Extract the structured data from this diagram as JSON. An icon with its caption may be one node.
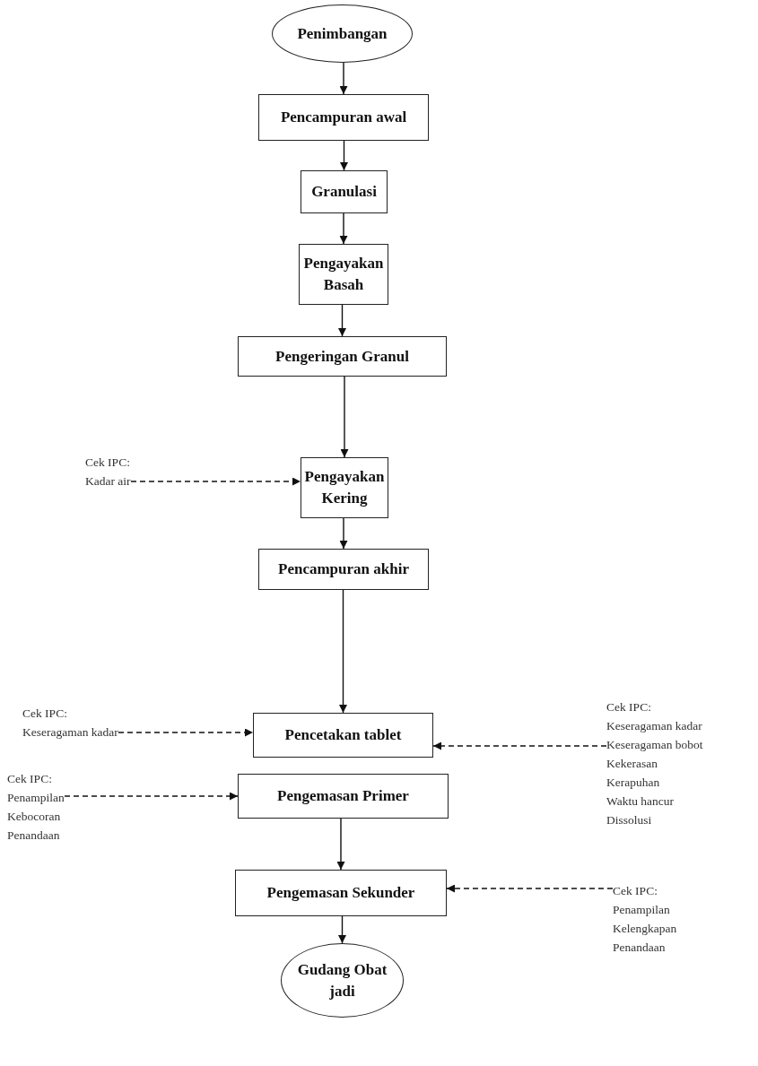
{
  "diagram": {
    "nodes": [
      {
        "text": [
          "Penimbangan"
        ]
      },
      {
        "text": [
          "Pencampuran awal"
        ]
      },
      {
        "text": [
          "Granulasi"
        ]
      },
      {
        "text": [
          "Pengayakan Basah"
        ]
      },
      {
        "text": [
          "Pengeringan Granul"
        ]
      },
      {
        "text": [
          "Cek IPC:",
          "Kadar air"
        ]
      },
      {
        "text": [
          "Pengayakan Kering"
        ]
      },
      {
        "text": [
          "Pencampuran akhir"
        ]
      },
      {
        "text": [
          "Cek IPC:",
          "Keseragaman kadar"
        ]
      },
      {
        "text": [
          "Pencetakan tablet"
        ]
      },
      {
        "text": [
          "Cek IPC:",
          "Keseragaman kadar",
          "Keseragaman bobot",
          "Kekerasan",
          "Kerapuhan",
          "Waktu hancur",
          "Dissolusi"
        ]
      },
      {
        "text": [
          "Cek IPC:",
          "Penampilan",
          "Kebocoran",
          "Penandaan"
        ]
      },
      {
        "text": [
          "Pengemasan Primer"
        ]
      },
      {
        "text": [
          "Pengemasan Sekunder"
        ]
      },
      {
        "text": [
          "Cek IPC:",
          "Penampilan",
          "Kelengkapan",
          "Penandaan"
        ]
      },
      {
        "text": [
          "Gudang Obat jadi"
        ]
      }
    ],
    "edges": [
      {
        "from": 0,
        "to": 1,
        "arrow": "to"
      },
      {
        "from": 1,
        "to": 2,
        "arrow": "to"
      },
      {
        "from": 2,
        "to": 3,
        "arrow": "to"
      },
      {
        "from": 3,
        "to": 4,
        "arrow": "to"
      },
      {
        "from": 4,
        "to": 6,
        "arrow": "to"
      },
      {
        "from": 5,
        "to": 6,
        "arrow": "to",
        "style": "dashed"
      },
      {
        "from": 6,
        "to": 7,
        "arrow": "to"
      },
      {
        "from": 7,
        "to": 9,
        "arrow": "to"
      },
      {
        "from": 8,
        "to": 9,
        "arrow": "to",
        "style": "dashed"
      },
      {
        "from": 10,
        "to": 9,
        "arrow": "to",
        "style": "dashed"
      },
      {
        "from": 11,
        "to": 12,
        "arrow": "to",
        "style": "dashed"
      },
      {
        "from": 12,
        "to": 13,
        "arrow": "to"
      },
      {
        "from": 14,
        "to": 13,
        "arrow": "to",
        "style": "dashed"
      },
      {
        "from": 13,
        "to": 15,
        "arrow": "to"
      }
    ]
  }
}
